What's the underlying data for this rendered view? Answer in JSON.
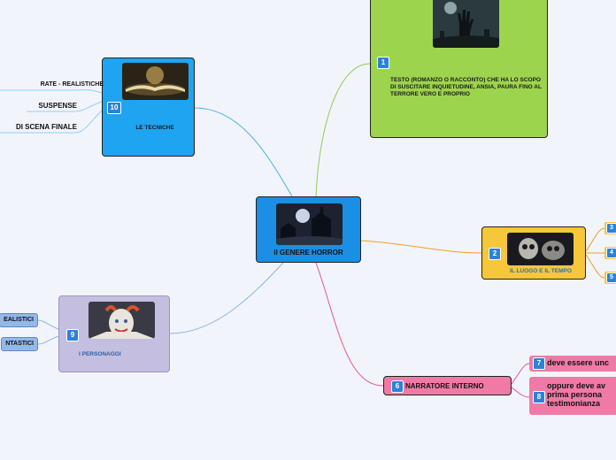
{
  "central": {
    "title": "il GENERE HORROR",
    "number": ""
  },
  "definition": {
    "number": "1",
    "text": "TESTO (ROMANZO O RACCONTO) CHE HA LO SCOPO DI SUSCITARE INQUIETUDINE, ANSIA, PAURA FINO AL TERRORE VERO E PROPRIO"
  },
  "luogo": {
    "number": "2",
    "title": "IL LUOGO E IL TEMPO",
    "children": [
      {
        "number": "3"
      },
      {
        "number": "4"
      },
      {
        "number": "5"
      }
    ]
  },
  "narratore": {
    "number": "6",
    "title": "NARRATORE INTERNO",
    "children": [
      {
        "number": "7",
        "text": "deve essere unc"
      },
      {
        "number": "8",
        "text": "oppure deve av\nprima persona\ntestimonianza"
      }
    ]
  },
  "personaggi": {
    "number": "9",
    "title": "I PERSONAGGI",
    "children": [
      {
        "text": "EALISTICI"
      },
      {
        "text": "NTASTICI"
      }
    ]
  },
  "tecniche": {
    "number": "10",
    "title": "LE TECNICHE",
    "children": [
      {
        "text": "RATE - REALISTICHE"
      },
      {
        "text": "SUSPENSE"
      },
      {
        "text": "DI SCENA FINALE"
      }
    ]
  },
  "colors": {
    "central": "#1b8fe3",
    "definition": "#9dd44e",
    "luogo": "#f6c63b",
    "narratore": "#f07aa6",
    "personaggi": "#c4bfe0",
    "tecniche": "#1ea4f0",
    "badge": "#2b82d9"
  }
}
